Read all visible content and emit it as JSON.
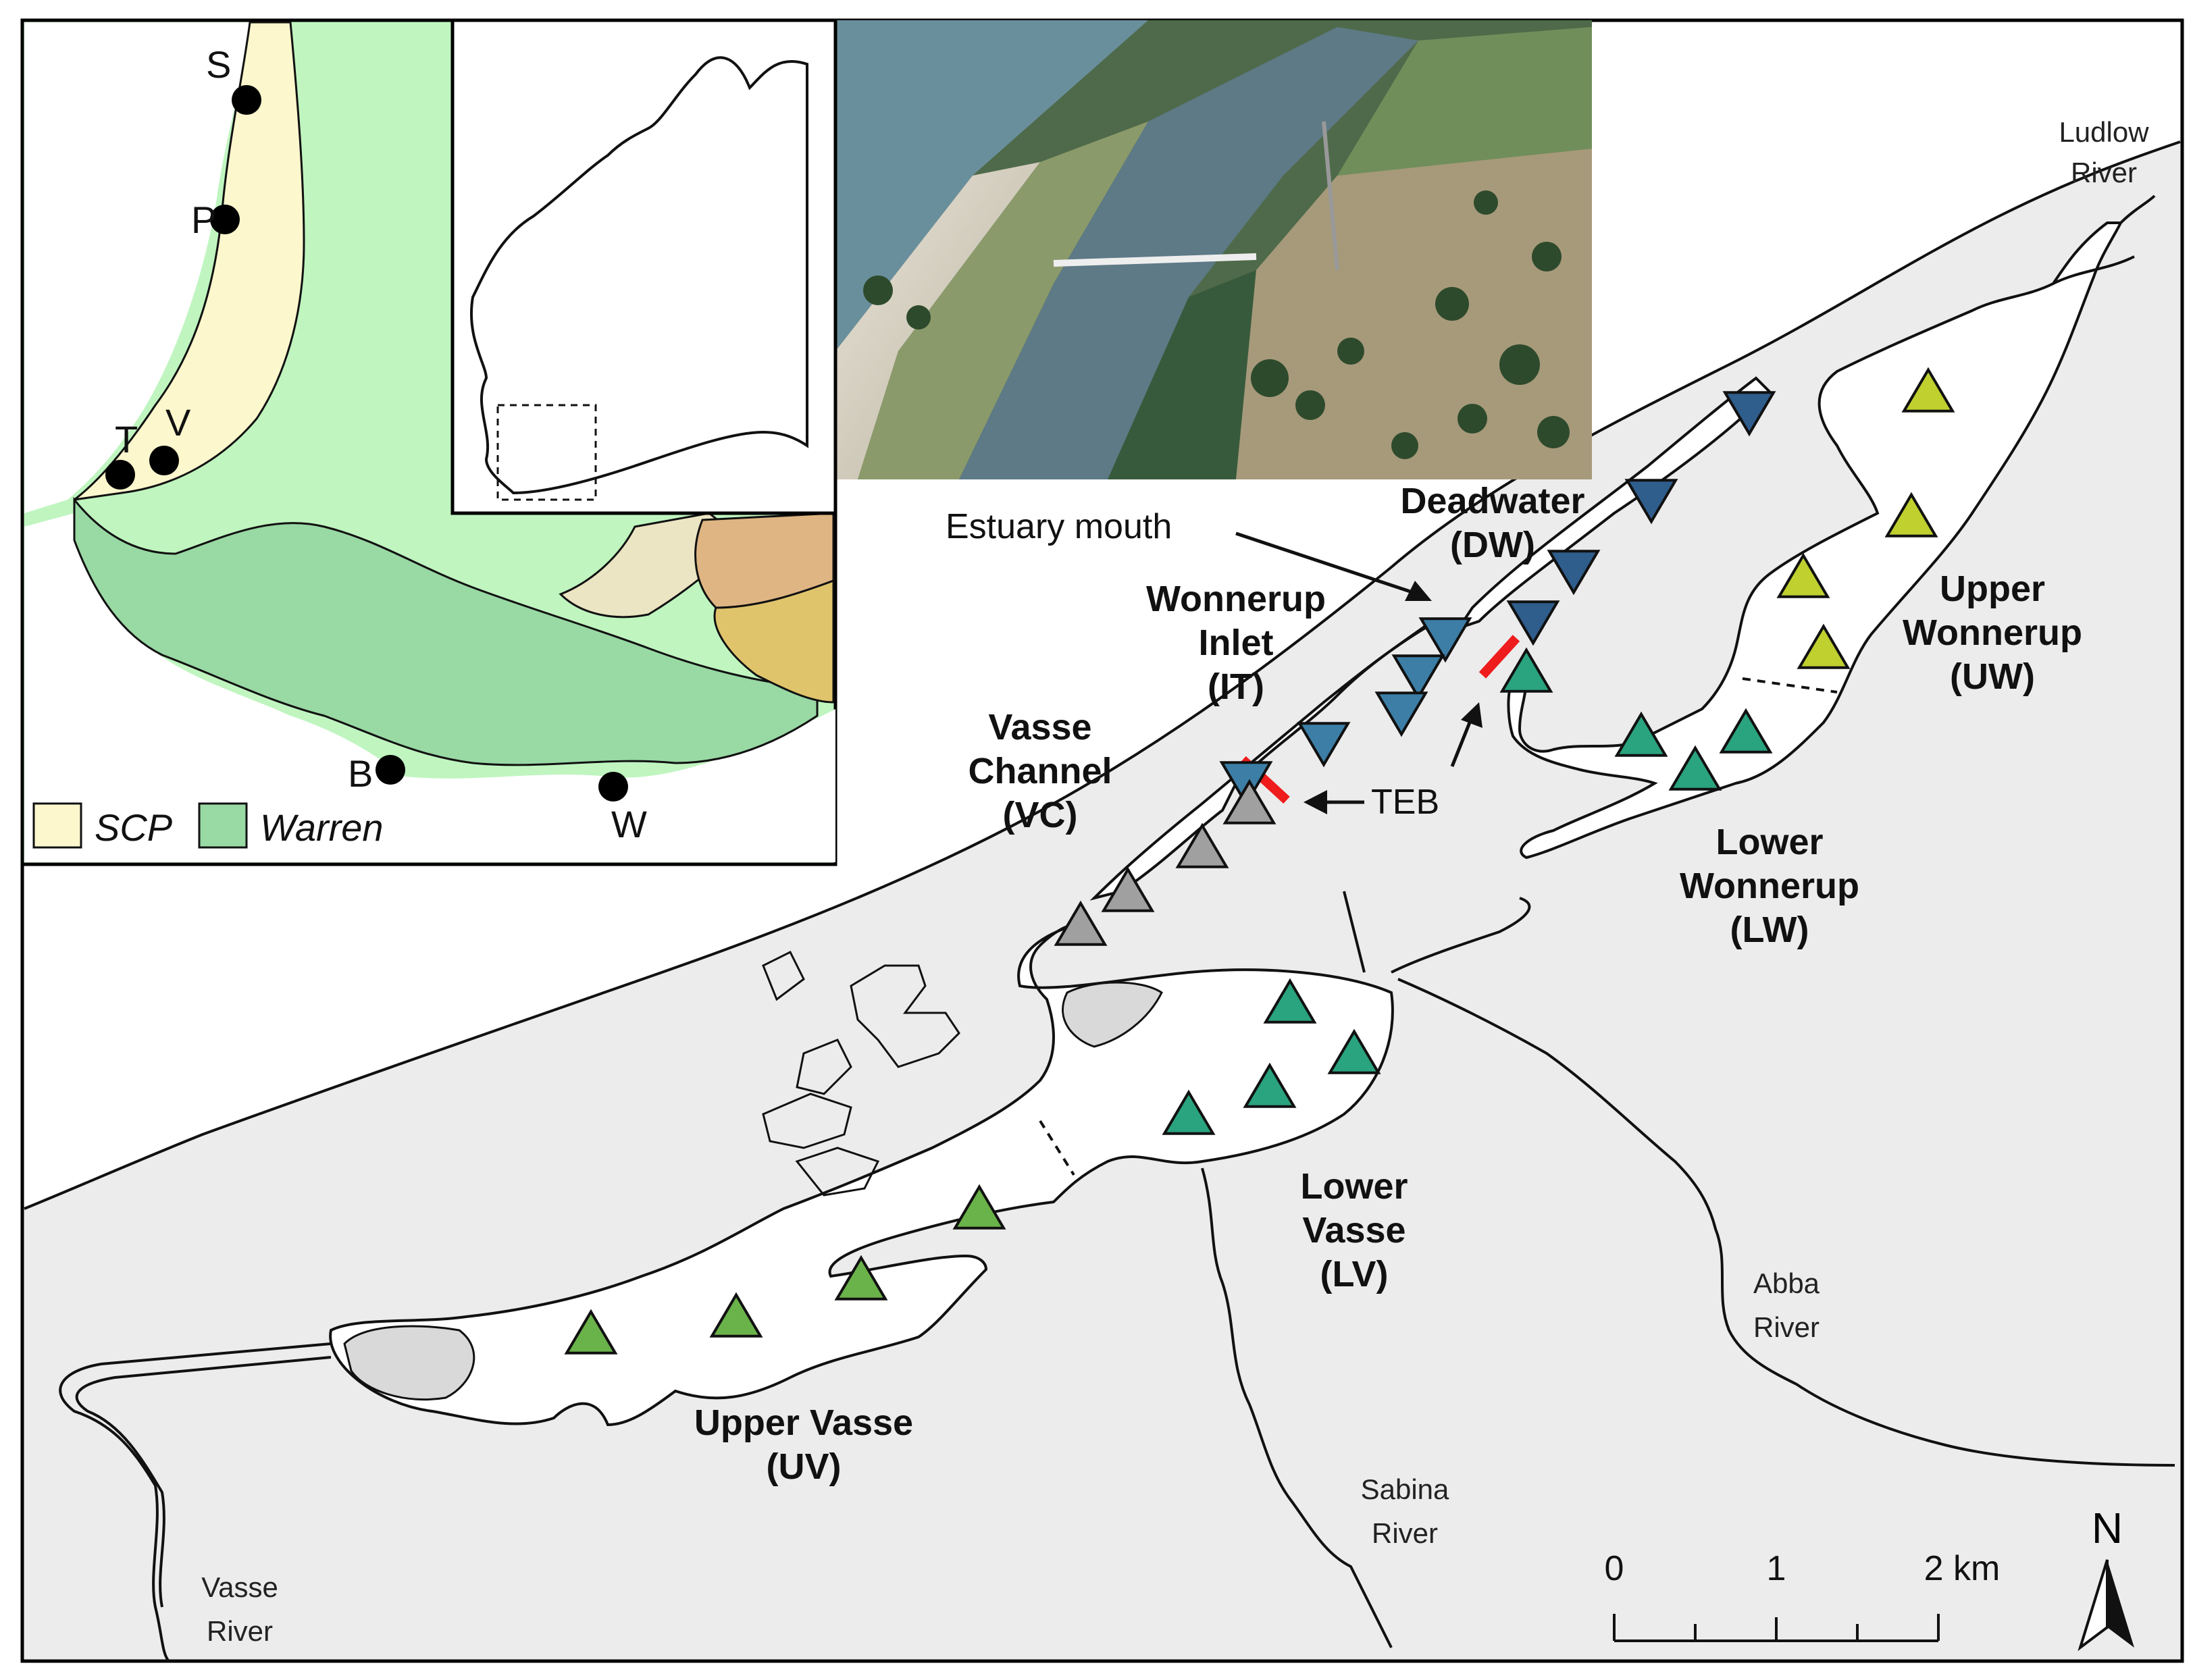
{
  "colors": {
    "land": "#ececec",
    "water": "#ffffff",
    "scp": "#fdf7cd",
    "warren": "#99d9a4",
    "warren_light": "#c0f5c0",
    "tan1": "#ece5c3",
    "tan2": "#dfb583",
    "tan3": "#e0c46c",
    "deadwater_marker": "#2f5d8c",
    "inlet_marker": "#3c7ea6",
    "lower_marker": "#2aa37f",
    "upper_vasse_marker": "#6ab24a",
    "upper_wonnerup_marker": "#bfd02f",
    "channel_marker": "#a0a0a0",
    "teb_marker": "#ee1c1c"
  },
  "regions": {
    "estuary_mouth": "Estuary mouth",
    "deadwater": [
      "Deadwater",
      "(DW)"
    ],
    "wonnerup_inlet": [
      "Wonnerup",
      "Inlet",
      "(IT)"
    ],
    "vasse_channel": [
      "Vasse",
      "Channel",
      "(VC)"
    ],
    "teb": "TEB",
    "upper_wonnerup": [
      "Upper",
      "Wonnerup",
      "(UW)"
    ],
    "lower_wonnerup": [
      "Lower",
      "Wonnerup",
      "(LW)"
    ],
    "lower_vasse": [
      "Lower",
      "Vasse",
      "(LV)"
    ],
    "upper_vasse": [
      "Upper Vasse",
      "(UV)"
    ]
  },
  "rivers": {
    "ludlow": [
      "Ludlow",
      "River"
    ],
    "abba": [
      "Abba",
      "River"
    ],
    "sabina": [
      "Sabina",
      "River"
    ],
    "vasse": [
      "Vasse",
      "River"
    ]
  },
  "inset": {
    "towns": [
      "S",
      "P",
      "T",
      "V",
      "B",
      "W"
    ],
    "legend": {
      "scp": "SCP",
      "warren": "Warren"
    }
  },
  "scale_bar": {
    "ticks": [
      "0",
      "1",
      "2 km"
    ]
  },
  "north_arrow": {
    "label": "N"
  },
  "icons": {
    "north": "north-arrow-icon",
    "photo": "aerial-photo-icon"
  }
}
